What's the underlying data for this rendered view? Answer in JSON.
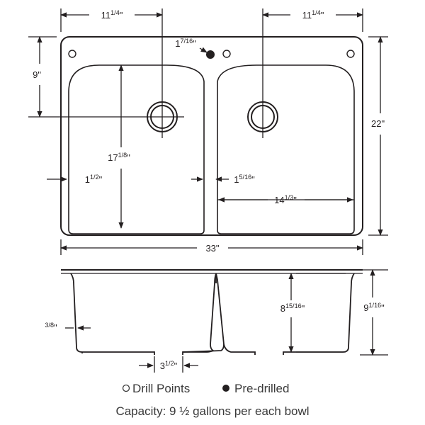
{
  "top_view": {
    "left_offset": {
      "whole": "11",
      "num": "1",
      "den": "4",
      "unit": "\""
    },
    "right_offset": {
      "whole": "11",
      "num": "1",
      "den": "4",
      "unit": "\""
    },
    "predrill_offset": {
      "whole": "1",
      "num": "7",
      "den": "16",
      "unit": "\""
    },
    "drain_depth": {
      "whole": "9",
      "unit": "\""
    },
    "overall_depth": {
      "whole": "22",
      "unit": "\""
    },
    "bowl_depth": {
      "whole": "17",
      "num": "1",
      "den": "8",
      "unit": "\""
    },
    "rim_width": {
      "whole": "1",
      "num": "1",
      "den": "2",
      "unit": "\""
    },
    "divider_width": {
      "whole": "1",
      "num": "5",
      "den": "16",
      "unit": "\""
    },
    "right_bowl_width": {
      "whole": "14",
      "num": "1",
      "den": "3",
      "unit": "\""
    },
    "overall_width": {
      "whole": "33",
      "unit": "\""
    }
  },
  "side_view": {
    "wall_thickness": {
      "whole": "",
      "num": "3",
      "den": "8",
      "unit": "\""
    },
    "bowl_inner_depth": {
      "whole": "8",
      "num": "15",
      "den": "16",
      "unit": "\""
    },
    "overall_height": {
      "whole": "9",
      "num": "1",
      "den": "16",
      "unit": "\""
    },
    "drain_opening": {
      "whole": "3",
      "num": "1",
      "den": "2",
      "unit": "\""
    }
  },
  "legend": {
    "drill_points": "Drill Points",
    "pre_drilled": "Pre-drilled"
  },
  "capacity": "Capacity: 9 ½ gallons per each bowl",
  "colors": {
    "ink": "#231f20",
    "caption": "#3a3a3a"
  }
}
